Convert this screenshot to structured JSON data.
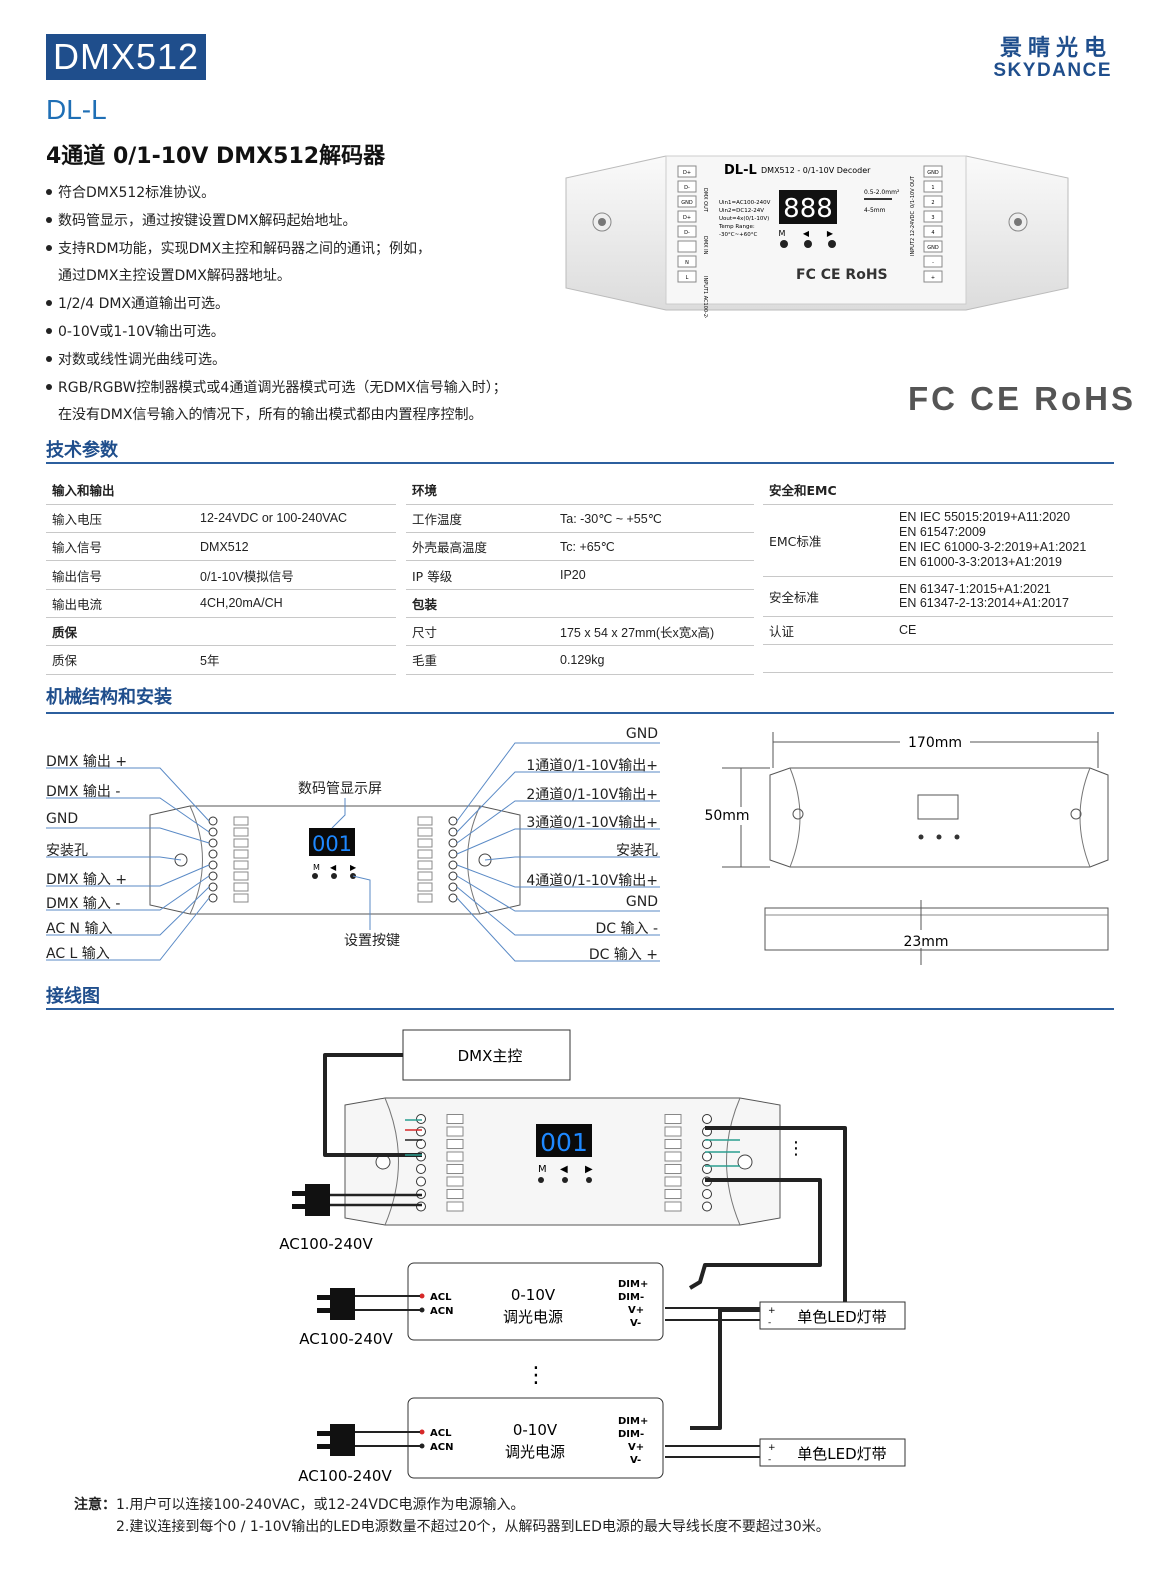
{
  "header": {
    "badge": "DMX512",
    "brand_cn": "景晴光电",
    "brand_en": "SKYDANCE",
    "model": "DL-L",
    "title": "4通道 0/1-10V DMX512解码器"
  },
  "features": [
    "符合DMX512标准协议。",
    "数码管显示，通过按键设置DMX解码起始地址。",
    "支持RDM功能，实现DMX主控和解码器之间的通讯；例如，",
    "通过DMX主控设置DMX解码器地址。",
    "1/2/4 DMX通道输出可选。",
    "0-10V或1-10V输出可选。",
    "对数或线性调光曲线可选。",
    "RGB/RGBW控制器模式或4通道调光器模式可选（无DMX信号输入时）；",
    "在没有DMX信号输入的情况下，所有的输出模式都由内置程序控制。"
  ],
  "product": {
    "name": "DL-L",
    "subtitle": "DMX512 - 0/1-10V Decoder",
    "display": "888",
    "spec_lines": [
      "Uin1=AC100-240V",
      "Uin2=DC12-24V",
      "Uout=4x(0/1-10V)",
      "Temp Range:",
      "-30°C~+60°C"
    ],
    "wire": [
      "0.5-2.0mm²",
      "4-5mm"
    ],
    "buttons": [
      "M",
      "◀",
      "▶"
    ],
    "cert": "FC CE RoHS",
    "left_terminals": [
      "D+",
      "D-",
      "GND",
      "D+",
      "D-",
      "",
      "N",
      "L"
    ],
    "left_side_labels": [
      "DMX OUT",
      "DMX IN",
      "INPUT1 AC100-240V"
    ],
    "right_terminals": [
      "GND",
      "1",
      "2",
      "3",
      "4",
      "GND",
      "-",
      "+"
    ],
    "right_side_labels": [
      "0/1-10V OUT",
      "INPUT2 12-24VDC"
    ]
  },
  "cert_logos": "FC CE RoHS",
  "sections": {
    "spec": "技术参数",
    "mech": "机械结构和安装",
    "wiring": "接线图"
  },
  "spec": {
    "col1": [
      {
        "h": "输入和输出"
      },
      {
        "k": "输入电压",
        "v": "12-24VDC or 100-240VAC"
      },
      {
        "k": "输入信号",
        "v": "DMX512"
      },
      {
        "k": "输出信号",
        "v": "0/1-10V模拟信号"
      },
      {
        "k": "输出电流",
        "v": "4CH,20mA/CH"
      },
      {
        "h": "质保"
      },
      {
        "k": "质保",
        "v": "5年"
      }
    ],
    "col2": [
      {
        "h": "环境"
      },
      {
        "k": "工作温度",
        "v": "Ta: -30℃ ~ +55℃"
      },
      {
        "k": "外壳最高温度",
        "v": "Tc: +65℃"
      },
      {
        "k": "IP 等级",
        "v": "IP20"
      },
      {
        "h": "包装"
      },
      {
        "k": "尺寸",
        "v": "175 x 54 x 27mm(长x宽x高)"
      },
      {
        "k": "毛重",
        "v": "0.129kg"
      }
    ],
    "col3": {
      "header": "安全和EMC",
      "emc_label": "EMC标准",
      "emc_values": [
        "EN IEC 55015:2019+A11:2020",
        "EN 61547:2009",
        "EN IEC 61000-3-2:2019+A1:2021",
        "EN 61000-3-3:2013+A1:2019"
      ],
      "safety_label": "安全标准",
      "safety_values": [
        "EN 61347-1:2015+A1:2021",
        "EN 61347-2-13:2014+A1:2017"
      ],
      "cert_label": "认证",
      "cert_value": "CE"
    }
  },
  "mech": {
    "left_labels": [
      "DMX 输出 +",
      "DMX 输出 -",
      "GND",
      "安装孔",
      "DMX 输入 +",
      "DMX 输入 -",
      "AC N 输入",
      "AC L 输入"
    ],
    "right_labels": [
      "GND",
      "1通道0/1-10V输出+",
      "2通道0/1-10V输出+",
      "3通道0/1-10V输出+",
      "安装孔",
      "4通道0/1-10V输出+",
      "GND",
      "DC 输入 -",
      "DC 输入 +"
    ],
    "display_label": "数码管显示屏",
    "button_label": "设置按键",
    "display": "001",
    "buttons": [
      "M",
      "◀",
      "▶"
    ],
    "dim_length": "170mm",
    "dim_width": "50mm",
    "dim_height": "23mm"
  },
  "wiring": {
    "dmx_master": "DMX主控",
    "display": "001",
    "buttons": [
      "M",
      "◀",
      "▶"
    ],
    "ac1": "AC100-240V",
    "ac2": "AC100-240V",
    "ac3": "AC100-240V",
    "psu_title": "0-10V",
    "psu_sub": "调光电源",
    "psu_in": [
      "ACL",
      "ACN"
    ],
    "psu_out": [
      "DIM+",
      "DIM-",
      "V+",
      "V-"
    ],
    "led": "单色LED灯带",
    "led_pins": [
      "+",
      "-"
    ],
    "ellipsis_v": "⋮"
  },
  "notes": {
    "prefix": "注意：",
    "lines": [
      "1.用户可以连接100-240VAC，或12-24VDC电源作为电源输入。",
      "2.建议连接到每个0 / 1-10V输出的LED电源数量不超过20个，从解码器到LED电源的最大导线长度不要超过30米。"
    ]
  },
  "colors": {
    "brand": "#1f4e8c",
    "model": "#1f6fb5",
    "display_digits": "#1e88ff"
  }
}
